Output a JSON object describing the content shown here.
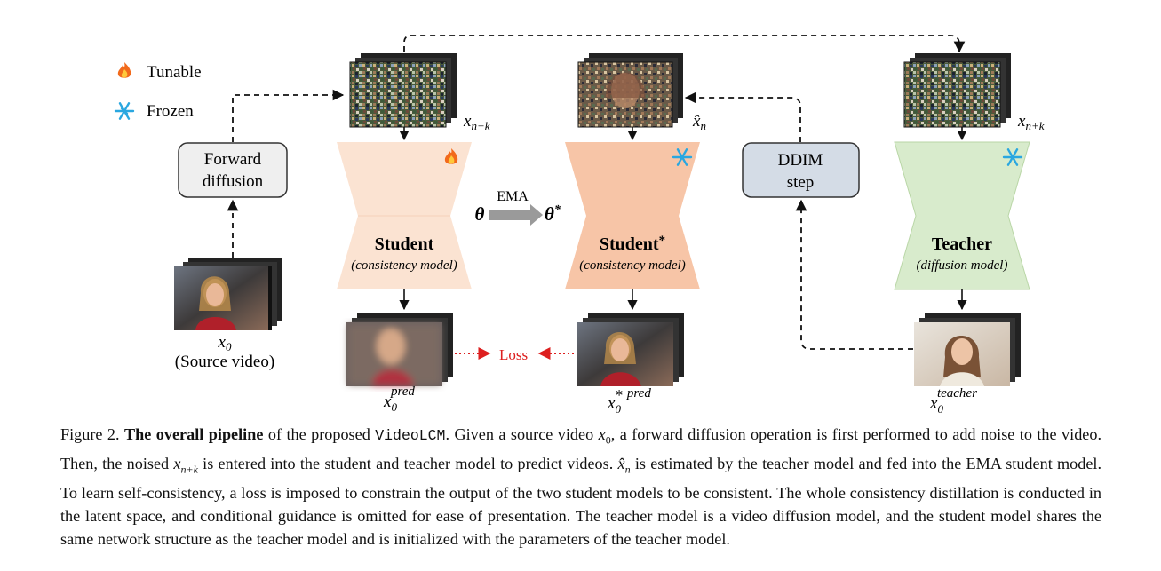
{
  "legend": {
    "tunable": "Tunable",
    "frozen": "Frozen",
    "tunable_icon": "fire-icon",
    "frozen_icon": "snowflake-icon"
  },
  "boxes": {
    "forward_diffusion": [
      "Forward",
      "diffusion"
    ],
    "ddim_step": [
      "DDIM",
      "step"
    ]
  },
  "models": {
    "student": {
      "title": "Student",
      "subtitle": "(consistency model)",
      "state": "tunable",
      "color": "#fbe3d2"
    },
    "student_ema": {
      "title": "Student",
      "star": "*",
      "subtitle": "(consistency model)",
      "state": "frozen",
      "color": "#f7c5a7"
    },
    "teacher": {
      "title": "Teacher",
      "subtitle": "(diffusion model)",
      "state": "frozen",
      "color": "#d8ebcc"
    }
  },
  "ema": {
    "label": "EMA",
    "from": "θ",
    "to": "θ",
    "to_sup": "*"
  },
  "loss": {
    "label": "Loss",
    "color": "#dd1f1f"
  },
  "variables": {
    "x_n_plus_k": "x",
    "x_n_plus_k_sub": "n+k",
    "x_hat_n": "x̂",
    "x_hat_n_sub": "n",
    "x0": "x",
    "x0_sub": "0",
    "x0_pred_sup": "pred",
    "x0_star_pred_sup": "∗ pred",
    "x0_teacher_sup": "teacher"
  },
  "source_video_label": "(Source video)",
  "caption": {
    "figure": "Figure 2.",
    "bold": "The overall pipeline",
    "t1": " of the proposed ",
    "method": "VideoLCM",
    "t2": ". Given a source video ",
    "t3": ", a forward diffusion operation is first performed to add noise to the video. Then, the noised ",
    "t4": " is entered into the student and teacher model to predict videos. ",
    "t5": " is estimated by the teacher model and fed into the EMA student model. To learn self-consistency, a loss is imposed to constrain the output of the two student models to be consistent. The whole consistency distillation is conducted in the latent space, and conditional guidance is omitted for ease of presentation. The teacher model is a video diffusion model, and the student model shares the same network structure as the teacher model and is initialized with the parameters of the teacher model.",
    "m_x0": "x",
    "m_x0_sub": "0",
    "m_xnk": "x",
    "m_xnk_sub": "n+k",
    "m_xhat": "x̂",
    "m_xhat_sub": "n"
  }
}
